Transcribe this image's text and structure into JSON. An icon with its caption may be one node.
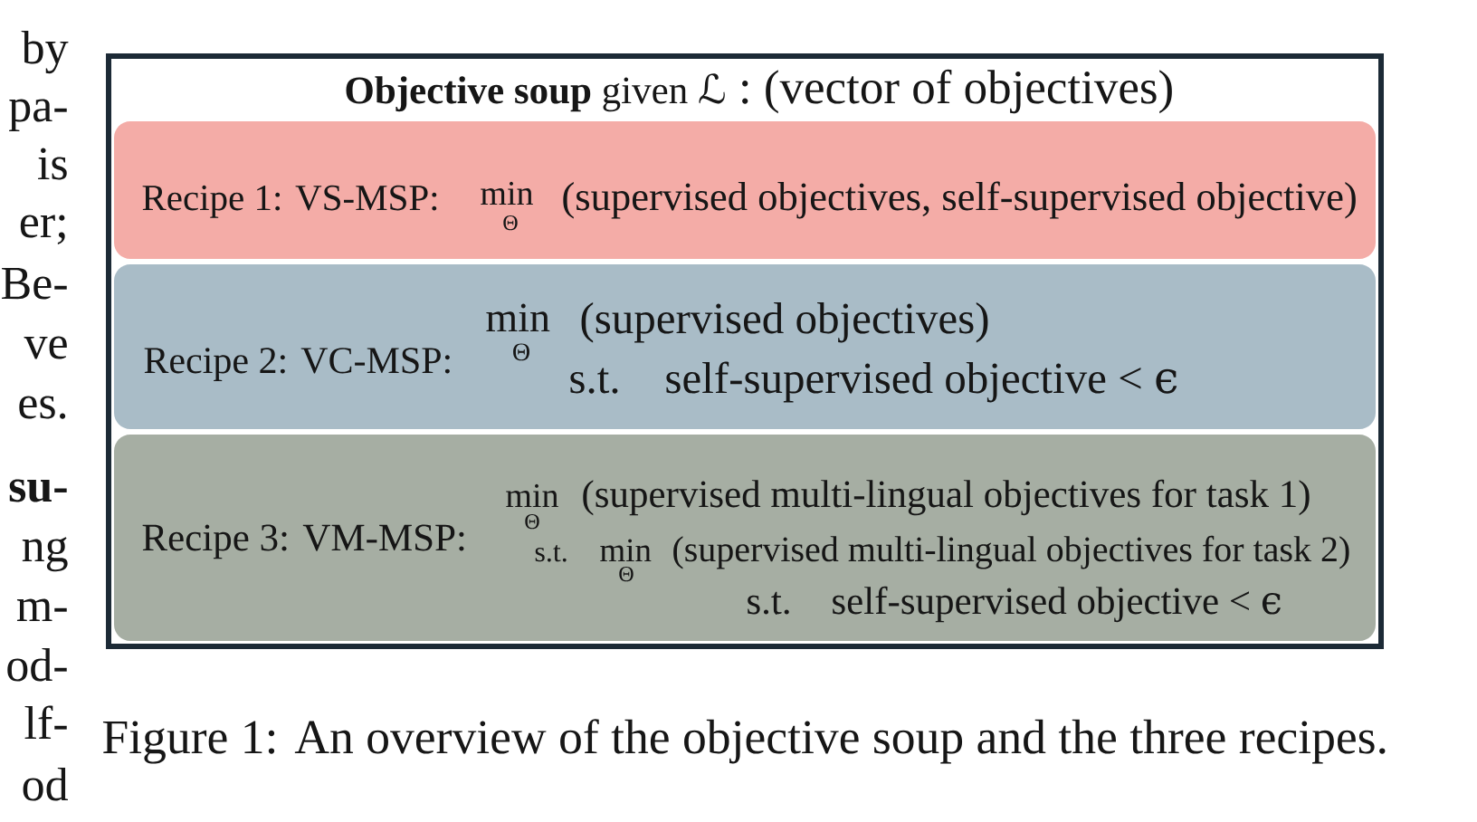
{
  "diagram": {
    "caption": "Figure 1: An overview of the objective soup and the three recipes.",
    "nodes": [
      {
        "text": [
          "**Objective soup** given ℒ : (vector of objectives)"
        ]
      },
      {
        "text": [
          "Recipe 1: VS-MSP:",
          "min",
          "Θ",
          "(supervised objectives, self-supervised objective)"
        ],
        "in": 0
      },
      {
        "text": [
          "Recipe 2: VC-MSP:",
          "min",
          "Θ",
          "(supervised objectives)",
          "s.t.",
          "self-supervised objective < ϵ"
        ],
        "in": 0
      },
      {
        "text": [
          "Recipe 3: VM-MSP:",
          "min",
          "Θ",
          "(supervised multi-lingual objectives for task 1)",
          "s.t.",
          "min",
          "Θ",
          "(supervised multi-lingual objectives for task 2)",
          "s.t.",
          "self-supervised objective < ϵ"
        ],
        "in": 0
      }
    ],
    "labels": [
      "by",
      "pa-",
      "is",
      "er;",
      "Be-",
      "ve",
      "es.",
      "su-",
      "ng",
      "m-",
      "od-",
      "lf-",
      "od"
    ]
  }
}
